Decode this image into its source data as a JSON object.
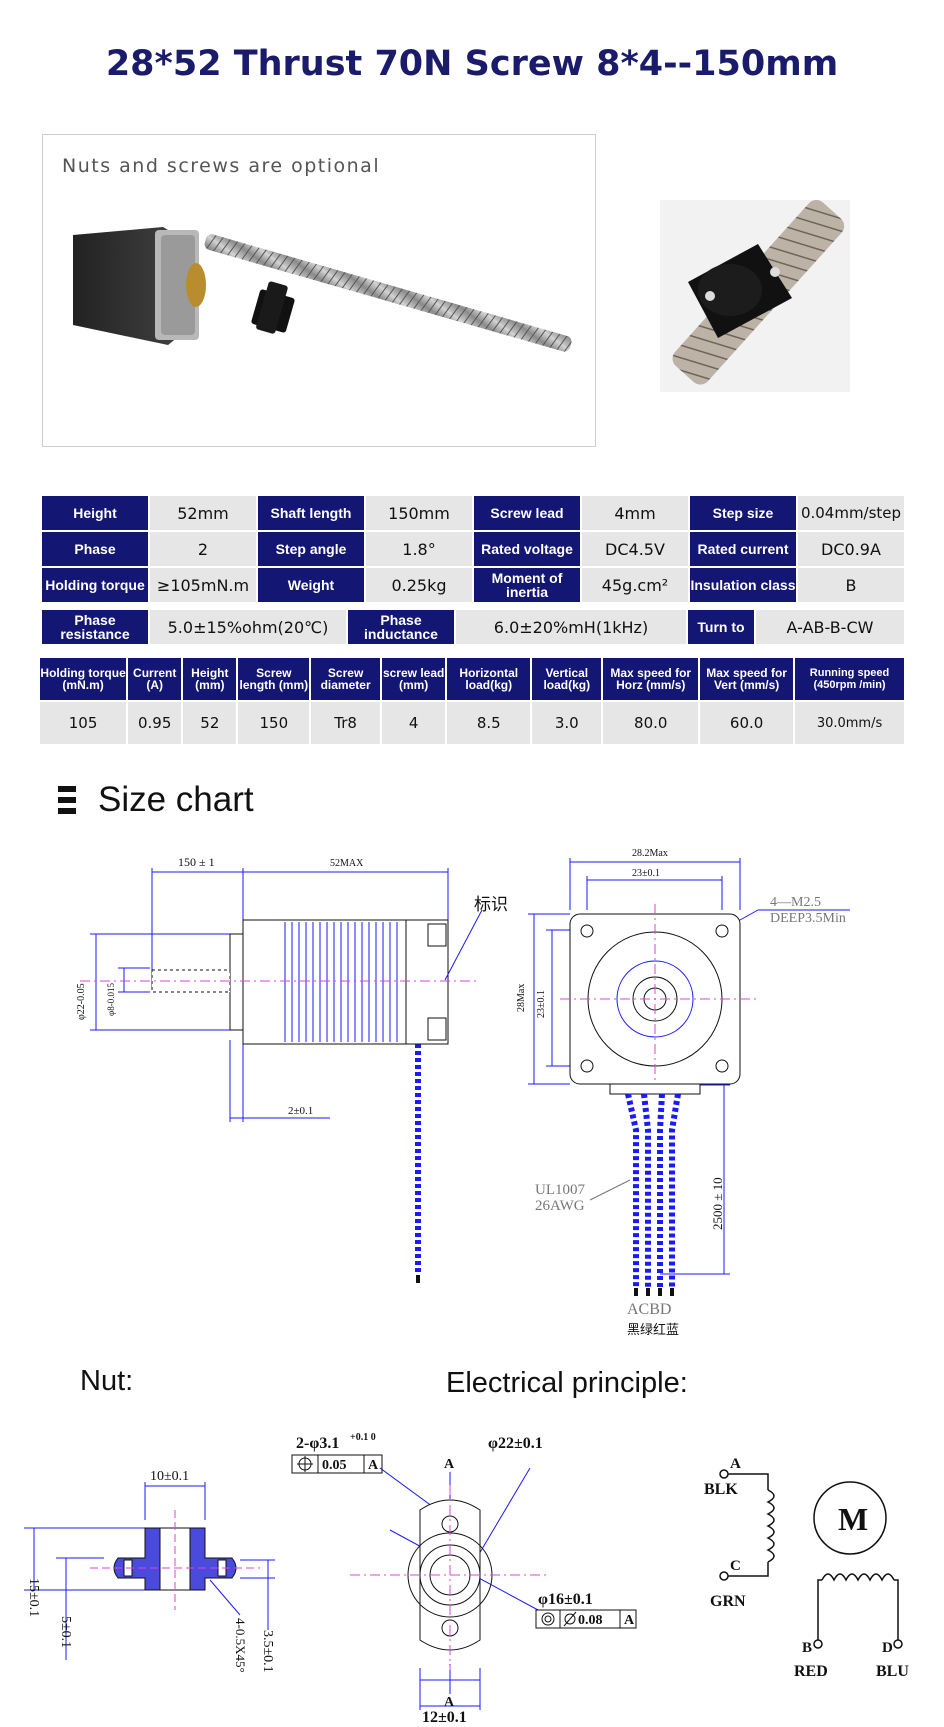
{
  "title": "28*52 Thrust 70N Screw 8*4--150mm",
  "photo_note": "Nuts and screws are optional",
  "spec_rows": [
    [
      {
        "k": "Height",
        "v": "52mm"
      },
      {
        "k": "Shaft length",
        "v": "150mm"
      },
      {
        "k": "Screw lead",
        "v": "4mm"
      },
      {
        "k": "Step size",
        "v": "0.04mm/step"
      }
    ],
    [
      {
        "k": "Phase",
        "v": "2"
      },
      {
        "k": "Step angle",
        "v": "1.8°"
      },
      {
        "k": "Rated voltage",
        "v": "DC4.5V"
      },
      {
        "k": "Rated current",
        "v": "DC0.9A"
      }
    ],
    [
      {
        "k": "Holding torque",
        "v": "≥105mN.m"
      },
      {
        "k": "Weight",
        "v": "0.25kg"
      },
      {
        "k": "Moment of inertia",
        "v": "45g.cm²"
      },
      {
        "k": "Insulation class",
        "v": "B"
      }
    ]
  ],
  "spec_row4": [
    {
      "k": "Phase resistance",
      "v": "5.0±15%ohm(20℃)"
    },
    {
      "k": "Phase inductance",
      "v": "6.0±20%mH(1kHz)"
    },
    {
      "k": "Turn to",
      "v": "A-AB-B-CW"
    }
  ],
  "perf_headers": [
    "Holding torque (mN.m)",
    "Current (A)",
    "Height (mm)",
    "Screw length (mm)",
    "Screw diameter",
    "screw lead (mm)",
    "Horizontal load(kg)",
    "Vertical load(kg)",
    "Max speed for Horz (mm/s)",
    "Max speed for Vert (mm/s)",
    "Running speed (450rpm /min)"
  ],
  "perf_values": [
    "105",
    "0.95",
    "52",
    "150",
    "Tr8",
    "4",
    "8.5",
    "3.0",
    "80.0",
    "60.0",
    "30.0mm/s"
  ],
  "size_chart_title": "Size chart",
  "drawing": {
    "dim_150": "150 ± 1",
    "dim_52max": "52MAX",
    "label_mark": "标识",
    "dim_phi22": "φ22-0.05",
    "dim_phi8": "φ8-0.015",
    "dim_2": "2±0.1",
    "dim_28max_top": "28.2Max",
    "dim_23_top": "23±0.1",
    "hole_note_1": "4—M2.5",
    "hole_note_2": "DEEP3.5Min",
    "dim_28max_side": "28Max",
    "dim_23_side": "23±0.1",
    "cable_len": "2500 ± 10",
    "wire_1": "UL1007",
    "wire_2": "26AWG",
    "wire_order": "ACBD",
    "wire_colors_cn": "黑绿红蓝"
  },
  "nut_label": "Nut:",
  "elec_label": "Electrical principle:",
  "nut": {
    "dim_10": "10±0.1",
    "dim_15": "15±0.1",
    "dim_5": "5±0.1",
    "dim_chamfer": "4-0.5X45°",
    "dim_3_5": "3.5±0.1",
    "holes": "2-φ3.1",
    "holes_tol": "+0.1 0",
    "pos_tol": "0.05",
    "datum": "A",
    "dim_22": "φ22±0.1",
    "dim_16": "φ16±0.1",
    "flat_tol": "0.08",
    "dim_12": "12±0.1",
    "section_a": "A"
  },
  "elec": {
    "motor": "M",
    "a": "A",
    "blk": "BLK",
    "c": "C",
    "grn": "GRN",
    "b": "B",
    "red": "RED",
    "d": "D",
    "blu": "BLU"
  }
}
